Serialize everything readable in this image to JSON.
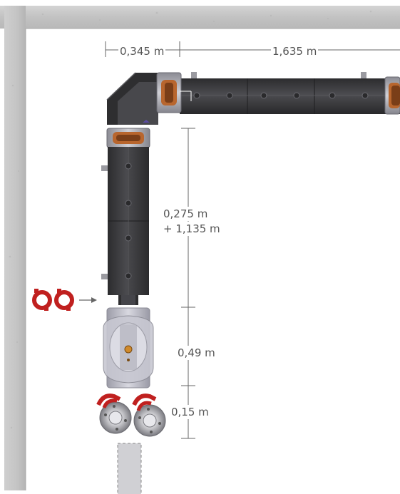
{
  "dimensions": {
    "top_left": "0,345 m",
    "top_right": "1,635 m",
    "vertical_line1": "0,275 m",
    "vertical_line2": "+ 1,135 m",
    "vertical_mid": "0,49 m",
    "vertical_bottom": "0,15 m"
  },
  "colors": {
    "wall": "#c8c8c8",
    "pipe": "#3a3a3d",
    "pipe_dark": "#2a2a2c",
    "flange": "#a8a8b0",
    "gasket": "#b8662e",
    "coupling": "#c0201f",
    "dimension_line": "#666666",
    "valve_body": "#b9b9c4"
  },
  "icons": {
    "coupling": "grooved-coupling-icon",
    "arrow": "arrow-right-icon",
    "valve": "valve-icon",
    "flange_adapter": "flange-adapter-icon"
  }
}
